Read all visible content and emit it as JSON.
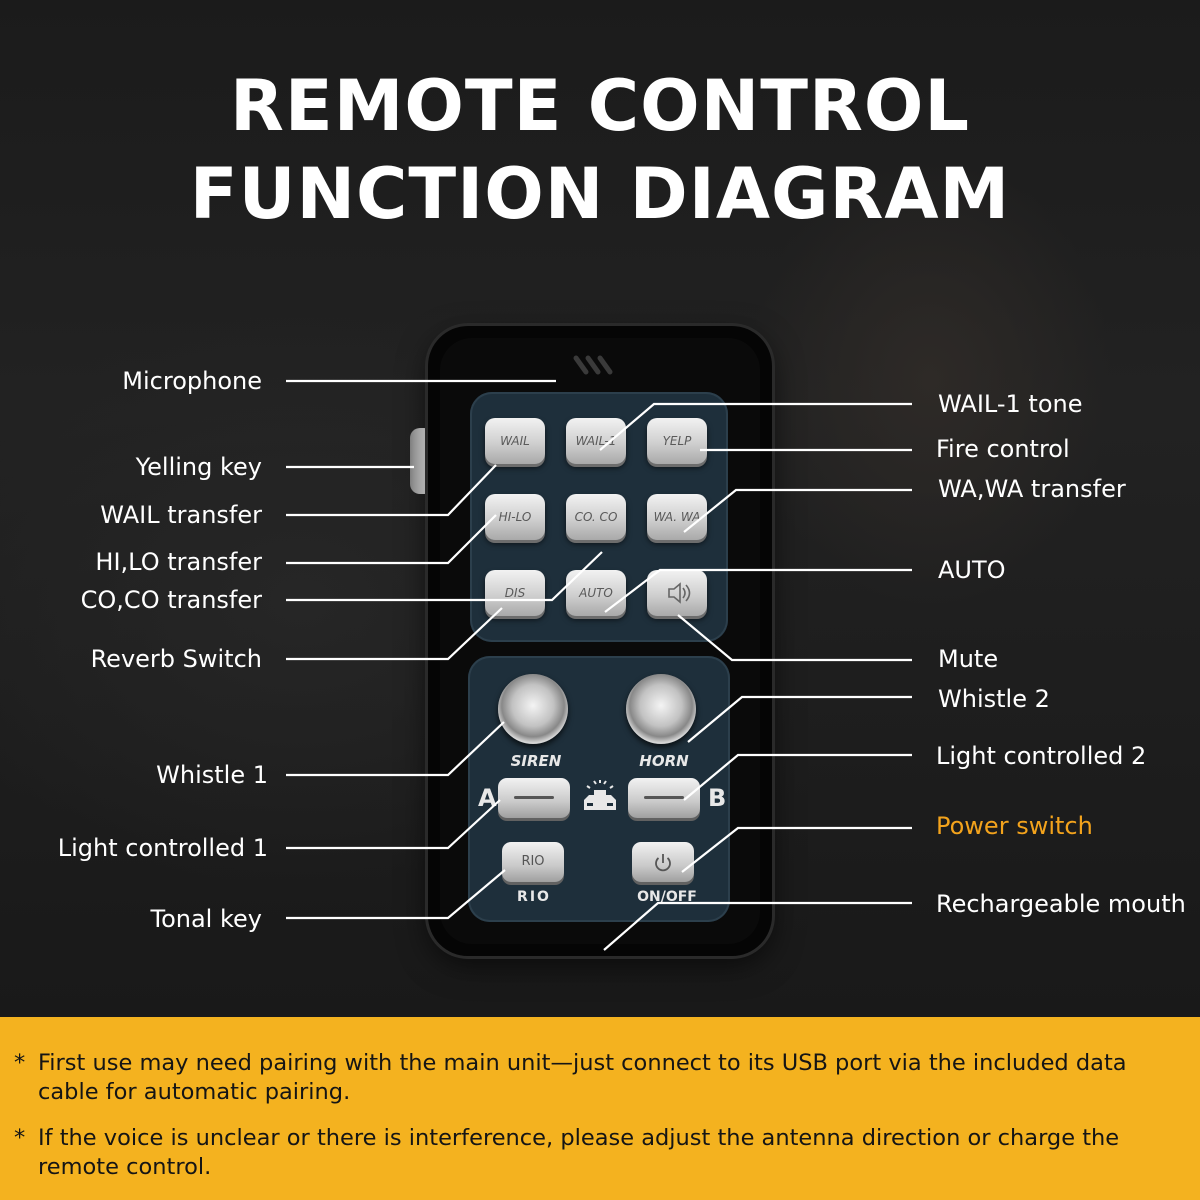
{
  "title": {
    "line1": "REMOTE CONTROL",
    "line2": "FUNCTION DIAGRAM"
  },
  "callouts": {
    "left": {
      "microphone": "Microphone",
      "yelling_key": "Yelling key",
      "wail_transfer": "WAIL transfer",
      "hilo_transfer": "HI,LO transfer",
      "coco_transfer": "CO,CO transfer",
      "reverb_switch": "Reverb Switch",
      "whistle_1": "Whistle 1",
      "light_controlled_1": "Light controlled 1",
      "tonal_key": "Tonal key"
    },
    "right": {
      "wail1_tone": "WAIL-1 tone",
      "fire_control": "Fire control",
      "wawa_transfer": "WA,WA transfer",
      "auto": "AUTO",
      "mute": "Mute",
      "whistle_2": "Whistle 2",
      "light_controlled_2": "Light controlled 2",
      "power_switch": "Power switch",
      "rechargeable_mouth": "Rechargeable mouth"
    }
  },
  "keys": {
    "wail": "WAIL",
    "wail1": "WAIL-1",
    "yelp": "YELP",
    "hilo": "HI-LO",
    "coco": "CO. CO",
    "wawa": "WA. WA",
    "dis": "DIS",
    "auto": "AUTO",
    "rio_btn": "RIO"
  },
  "captions": {
    "siren": "SIREN",
    "horn": "HORN",
    "a": "A",
    "b": "B",
    "rio": "RIO",
    "onoff": "ON/OFF"
  },
  "notes": {
    "star": "*",
    "note1": "First use may need pairing with the main unit—just connect to its USB port via the included data cable for automatic pairing.",
    "note2": "If the voice is unclear or there is interference, please adjust the antenna direction or charge the remote control."
  },
  "colors": {
    "accent_orange": "#f3a31c",
    "notes_background": "#f4b21f",
    "panel_blue": "#1e2f3b"
  }
}
